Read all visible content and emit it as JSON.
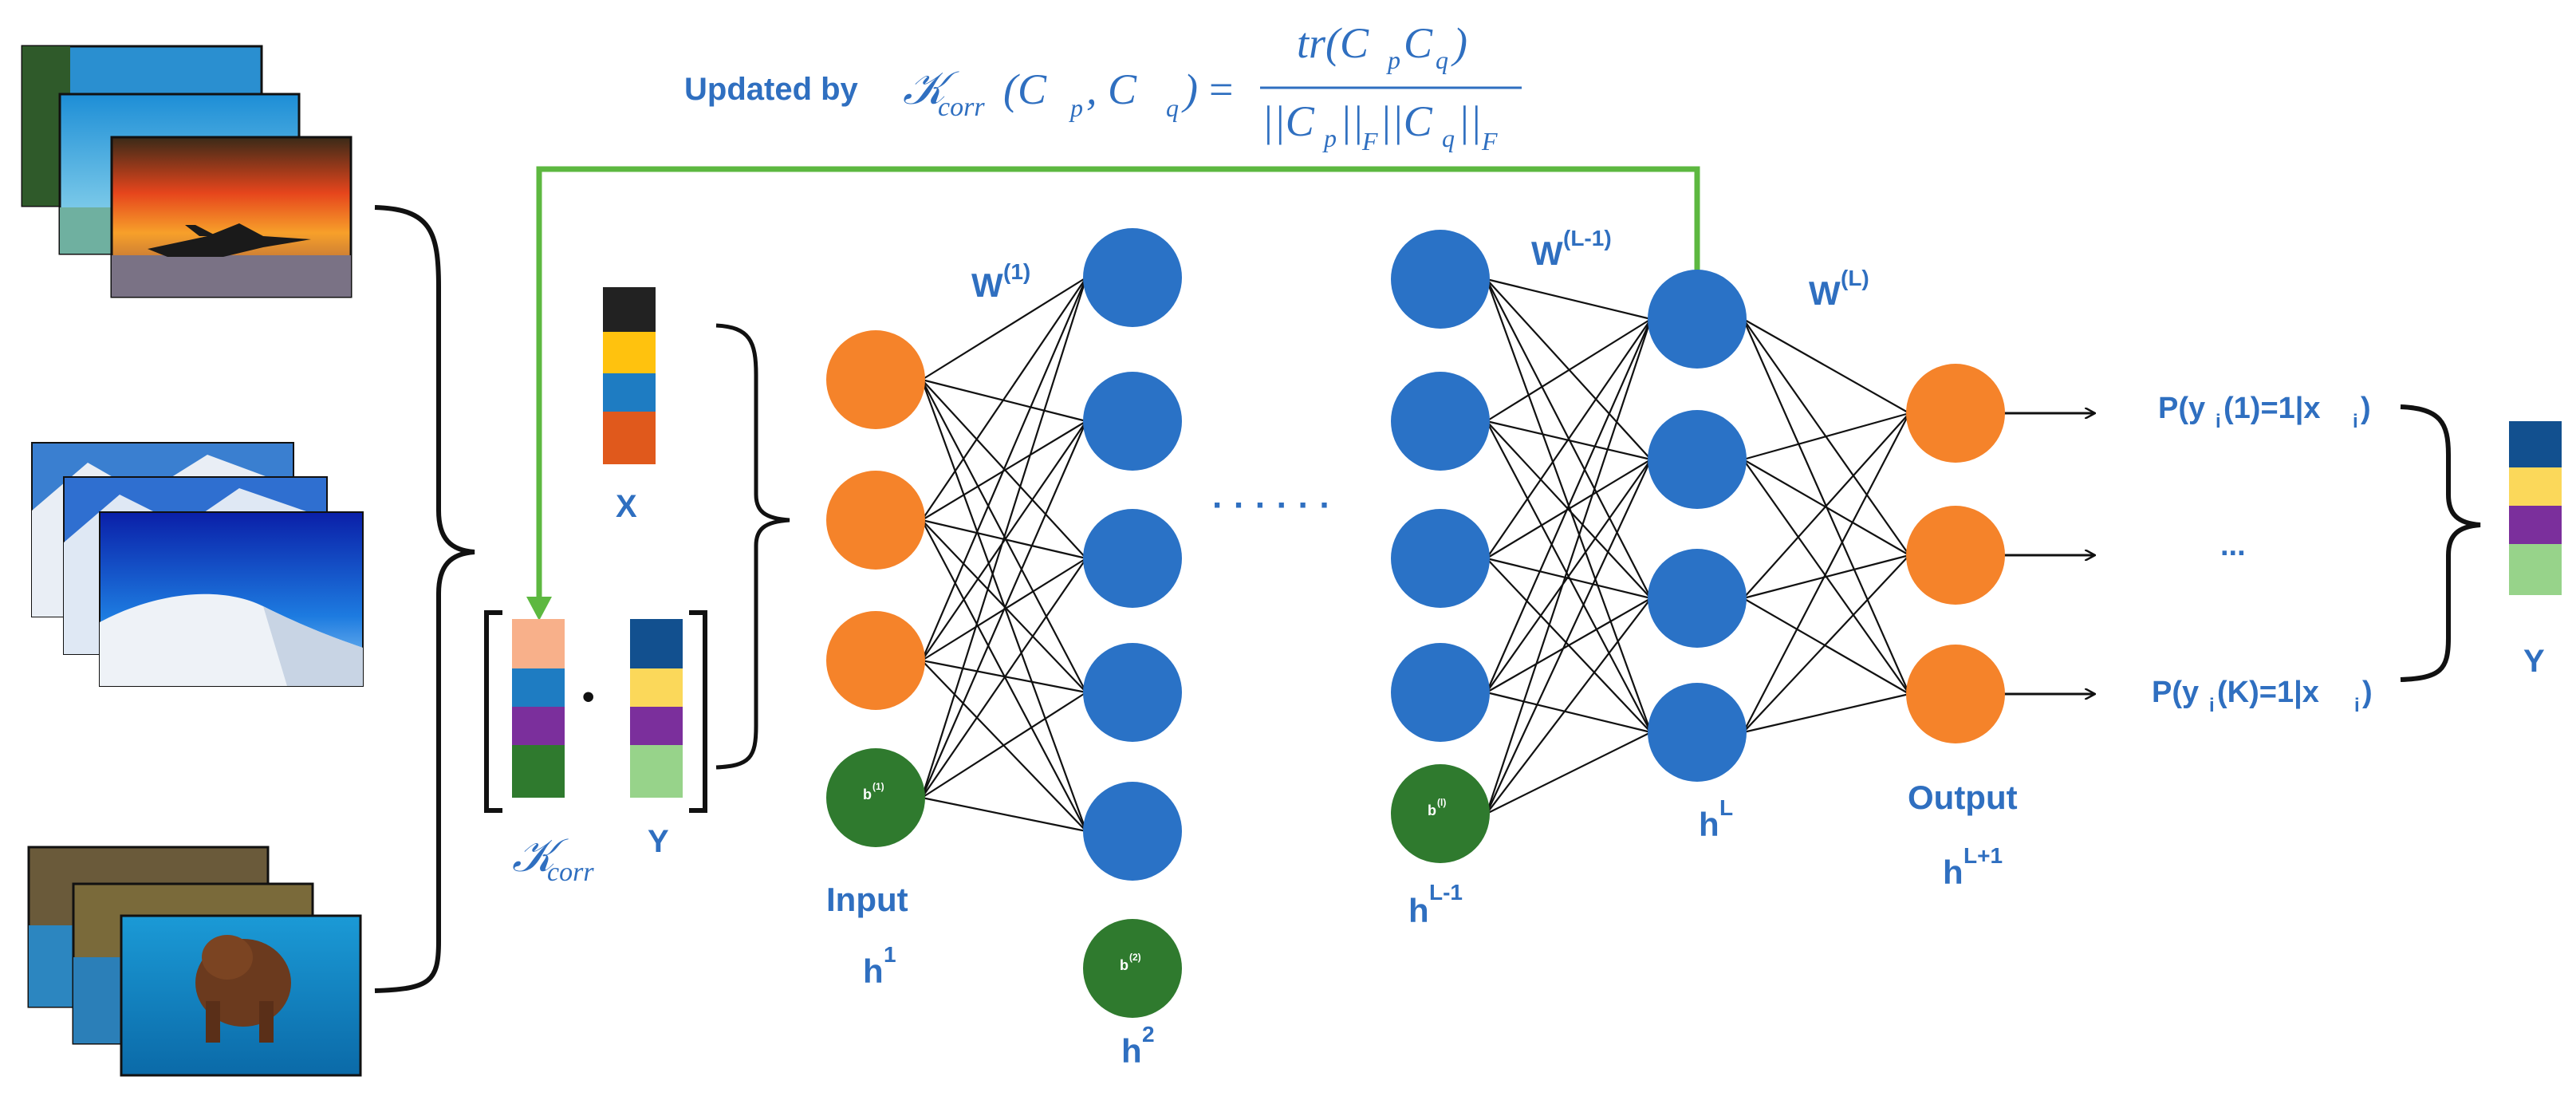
{
  "formula": {
    "prefix": "Updated by",
    "kernel": "𝒦",
    "kernel_sub": "corr",
    "args": "(C",
    "p": "p",
    "comma": ", C",
    "q": "q",
    "close": ")",
    "equals": "=",
    "numer_fn": "tr(C",
    "numer_mid": "C",
    "numer_close": ")",
    "denom_open": "||C",
    "denom_mid": "||",
    "F": "F",
    "denom_mid2": "||C",
    "denom_close": "||"
  },
  "labels": {
    "x": "X",
    "y_small": "Y",
    "kcorr_symbol": "𝒦",
    "kcorr_sub": "corr",
    "dot": "•",
    "dots_middle": "· · · · · ·",
    "input": "Input",
    "h1": "h",
    "h1_sup": "1",
    "h2": "h",
    "h2_sup": "2",
    "hl1": "h",
    "hl1_sup": "L-1",
    "hl": "h",
    "hl_sup": "L",
    "output": "Output",
    "hl_1": "h",
    "hl_1_sup": "L+1",
    "w1": "W",
    "w1_sup": "(1)",
    "wl1": "W",
    "wl1_sup": "(L-1)",
    "wl": "W",
    "wl_sup": "(L)",
    "b1": "b",
    "b1_sup": "(1)",
    "b2": "b",
    "b2_sup": "(2)",
    "bl": "b",
    "bl_sup": "(l)",
    "p1_a": "P(y",
    "p1_sub": "i",
    "p1_b": "(1)=1|x",
    "p1_sub2": "i",
    "p1_c": ")",
    "pk_a": "P(y",
    "pk_sub": "i",
    "pk_b": "(K)=1|x",
    "pk_sub2": "i",
    "pk_c": ")",
    "ellipsis": "...",
    "y_out": "Y"
  },
  "colors": {
    "orange": "#f5832a",
    "blue": "#2a72c6",
    "green": "#2f7a2e",
    "arrow_green": "#5db840",
    "text_blue": "#2f6fc0",
    "x_bar": [
      "#222222",
      "#ffc20e",
      "#1e7cc2",
      "#e0591c"
    ],
    "k_bar": [
      "#f8b08a",
      "#1e7cc2",
      "#7b2f9c",
      "#2f7a2e"
    ],
    "y_bar": [
      "#12508f",
      "#fbd85a",
      "#7b2f9c",
      "#97d38a"
    ],
    "out_bar": [
      "#12508f",
      "#fbd85a",
      "#7b2f9c",
      "#97d38a"
    ]
  },
  "icons": [
    "jet-photo-stack",
    "mountain-photo-stack",
    "bear-photo-stack",
    "curly-brace-icon",
    "arrow-icon"
  ]
}
